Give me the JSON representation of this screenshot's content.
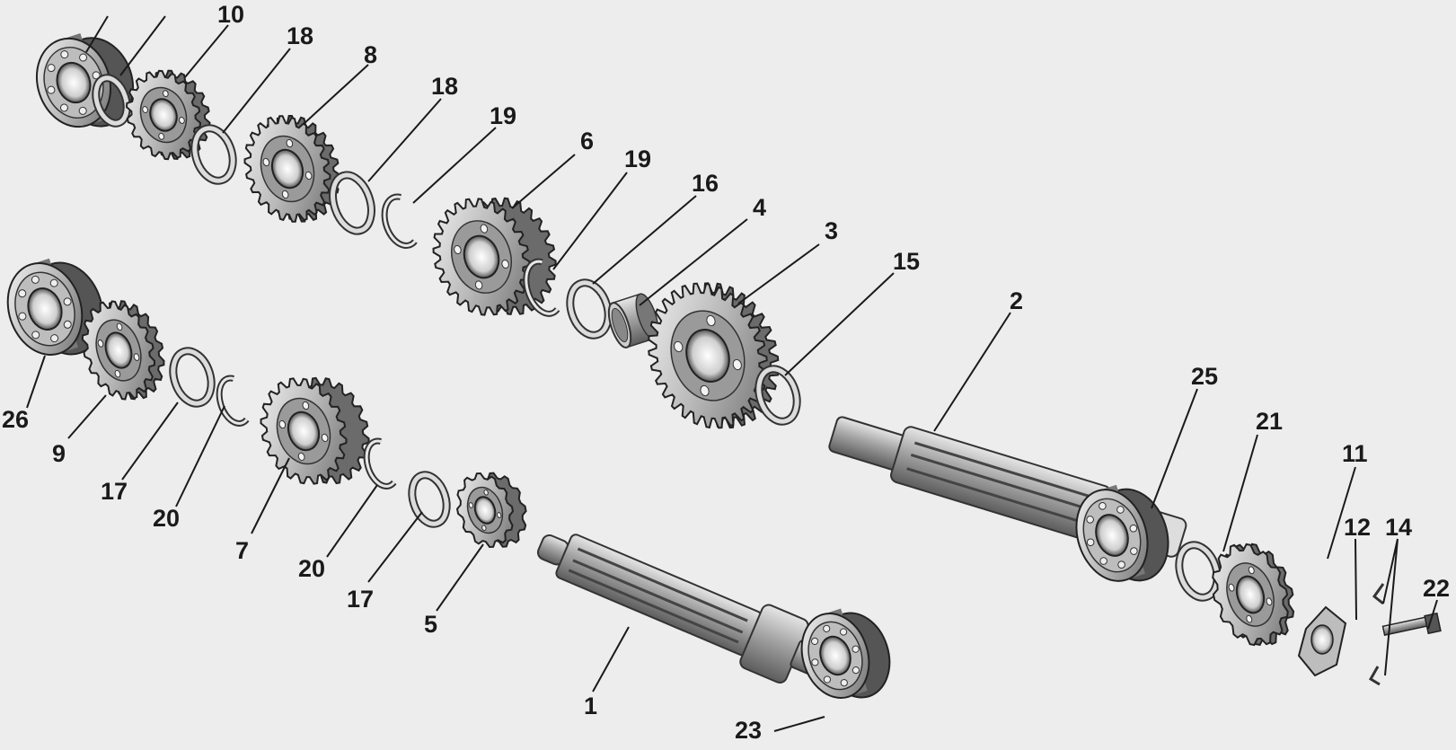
{
  "diagram": {
    "part_labels": {
      "p1": "1",
      "p2": "2",
      "p3": "3",
      "p4": "4",
      "p5": "5",
      "p6": "6",
      "p7": "7",
      "p8": "8",
      "p9": "9",
      "p10": "10",
      "p11": "11",
      "p12": "12",
      "p14": "14",
      "p15": "15",
      "p16": "16",
      "p17a": "17",
      "p17b": "17",
      "p18a": "18",
      "p18b": "18",
      "p19a": "19",
      "p19b": "19",
      "p20a": "20",
      "p20b": "20",
      "p21": "21",
      "p22": "22",
      "p23": "23",
      "p25": "25",
      "p26": "26"
    }
  }
}
